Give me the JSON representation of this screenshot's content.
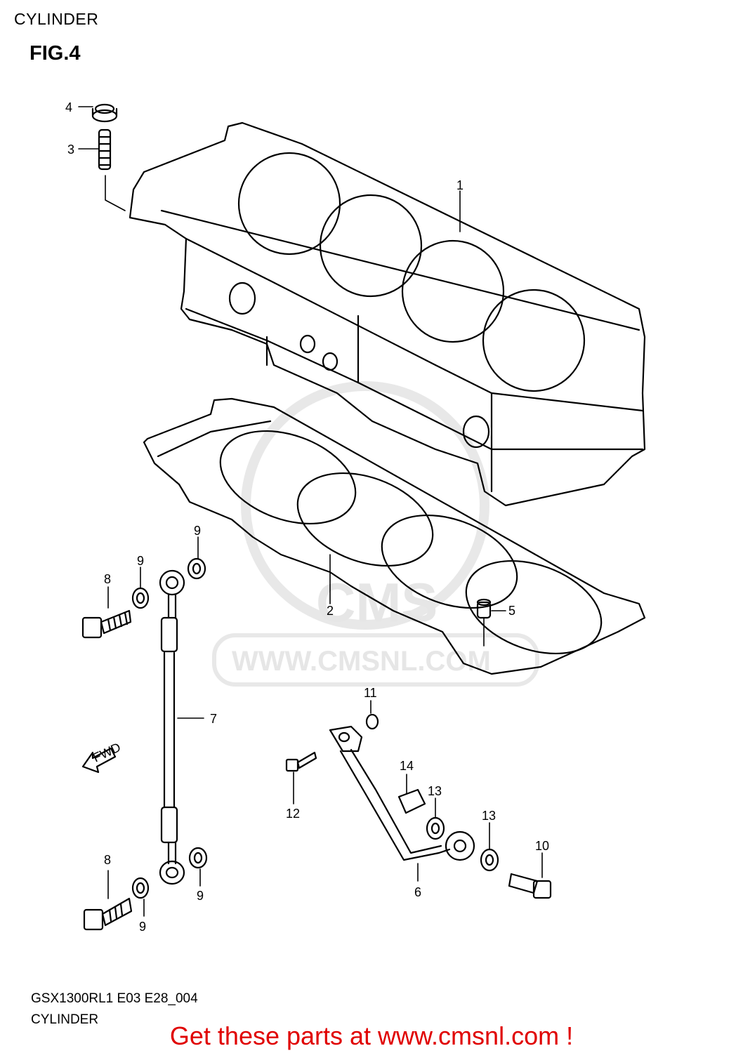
{
  "header": {
    "section_title": "CYLINDER",
    "figure_label": "FIG.4"
  },
  "watermark": {
    "logo_text": "CMS",
    "url_text": "WWW.CMSNL.COM"
  },
  "diagram": {
    "parts": [
      {
        "id": "p1",
        "number": "1"
      },
      {
        "id": "p2",
        "number": "2"
      },
      {
        "id": "p3",
        "number": "3"
      },
      {
        "id": "p4",
        "number": "4"
      },
      {
        "id": "p5",
        "number": "5"
      },
      {
        "id": "p6",
        "number": "6"
      },
      {
        "id": "p7",
        "number": "7"
      },
      {
        "id": "p8a",
        "number": "8"
      },
      {
        "id": "p8b",
        "number": "8"
      },
      {
        "id": "p9a",
        "number": "9"
      },
      {
        "id": "p9b",
        "number": "9"
      },
      {
        "id": "p9c",
        "number": "9"
      },
      {
        "id": "p9d",
        "number": "9"
      },
      {
        "id": "p10",
        "number": "10"
      },
      {
        "id": "p11",
        "number": "11"
      },
      {
        "id": "p12",
        "number": "12"
      },
      {
        "id": "p13a",
        "number": "13"
      },
      {
        "id": "p13b",
        "number": "13"
      },
      {
        "id": "p14",
        "number": "14"
      }
    ],
    "direction_marker": "FWD"
  },
  "footer": {
    "model_code": "GSX1300RL1 E03 E28_004",
    "section_name": "CYLINDER",
    "promo_text": "Get these parts at www.cmsnl.com !",
    "promo_color": "#e00000"
  }
}
